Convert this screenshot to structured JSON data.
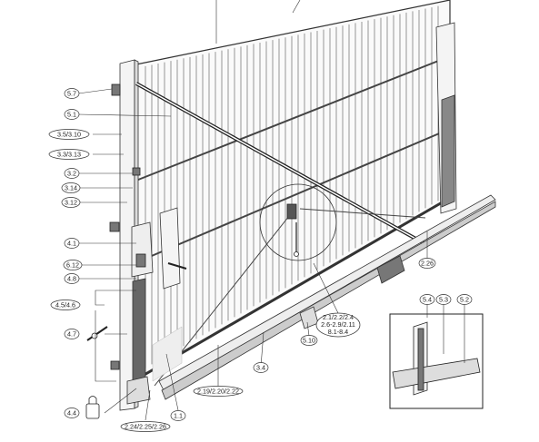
{
  "labels": {
    "l5_7": "5.7",
    "l5_1": "5.1",
    "l3_5": "3.5/3.10",
    "l3_3": "3.3/3.13",
    "l3_2": "3.2",
    "l3_14": "3.14",
    "l3_12": "3.12",
    "l4_1": "4.1",
    "l6_12": "6.12",
    "l4_8": "4.8",
    "l4_5": "4.5/4.6",
    "l4_7": "4.7",
    "l4_4": "4.4",
    "l2_24": "2.24/2.25/2.26",
    "l1_1": "1.1",
    "l2_19": "2.19/2.20/2.22",
    "l3_4": "3.4",
    "l5_10": "5.10",
    "l2_1_line1": "2.1/2.2/2.4",
    "l2_1_line2": "2.6-2.9/2.11",
    "l2_1_line3": "8.1-8.4",
    "l2_26": "2.26",
    "l5_4": "5.4",
    "l5_3": "5.3",
    "l5_2": "5.2"
  }
}
